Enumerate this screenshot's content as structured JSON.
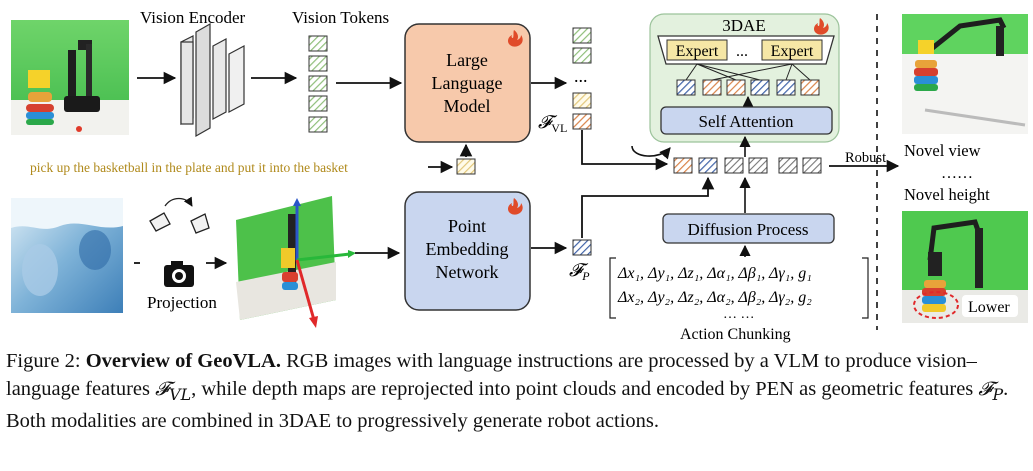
{
  "labels": {
    "vision_encoder": "Vision Encoder",
    "vision_tokens": "Vision Tokens",
    "llm_line1": "Large",
    "llm_line2": "Language",
    "llm_line3": "Model",
    "instruction": "pick up the basketball in the plate and put it into the basket",
    "f_vl": "𝓕VL",
    "f_vl_main": "𝓕",
    "f_vl_sub": "VL",
    "f_p_main": "𝓕",
    "f_p_sub": "P",
    "dae_title": "3DAE",
    "expert_left": "Expert",
    "expert_right": "Expert",
    "self_attention": "Self Attention",
    "diffusion_process": "Diffusion Process",
    "action_row1": "Δx₁, Δy₁, Δz₁, Δα₁, Δβ₁, Δγ₁, g₁",
    "action_row2": "Δx₂, Δy₂, Δz₂, Δα₂, Δβ₂, Δγ₂, g₂",
    "action_dots": "… …",
    "action_chunking": "Action Chunking",
    "pen_line1": "Point",
    "pen_line2": "Embedding",
    "pen_line3": "Network",
    "projection": "Projection",
    "robust": "Robust",
    "novel_view": "Novel view",
    "dots": "……",
    "novel_height": "Novel height",
    "lower": "Lower",
    "token_dots": "..."
  },
  "caption": {
    "prefix": "Figure 2: ",
    "bold": "Overview of GeoVLA.",
    "text1": " RGB images with language instructions are processed by a VLM to produce vision–language features ",
    "sym1": "𝓕",
    "sub1": "VL",
    "text2": ", while depth maps are reprojected into point clouds and encoded by PEN as geometric features ",
    "sym2": "𝓕",
    "sub2": "P",
    "text3": ". Both modalities are combined in 3DAE to progressively generate robot actions."
  },
  "colors": {
    "llm_fill": "#f7c9ab",
    "pen_fill": "#c9d6ef",
    "dae_fill": "#e3f1de",
    "token_green": "#8fbf7a",
    "token_orange": "#d9844a",
    "token_blue": "#3f63a8",
    "token_yellow": "#e2c77a",
    "instruction_text": "#b08a1c",
    "fire": "#e04b2a"
  }
}
